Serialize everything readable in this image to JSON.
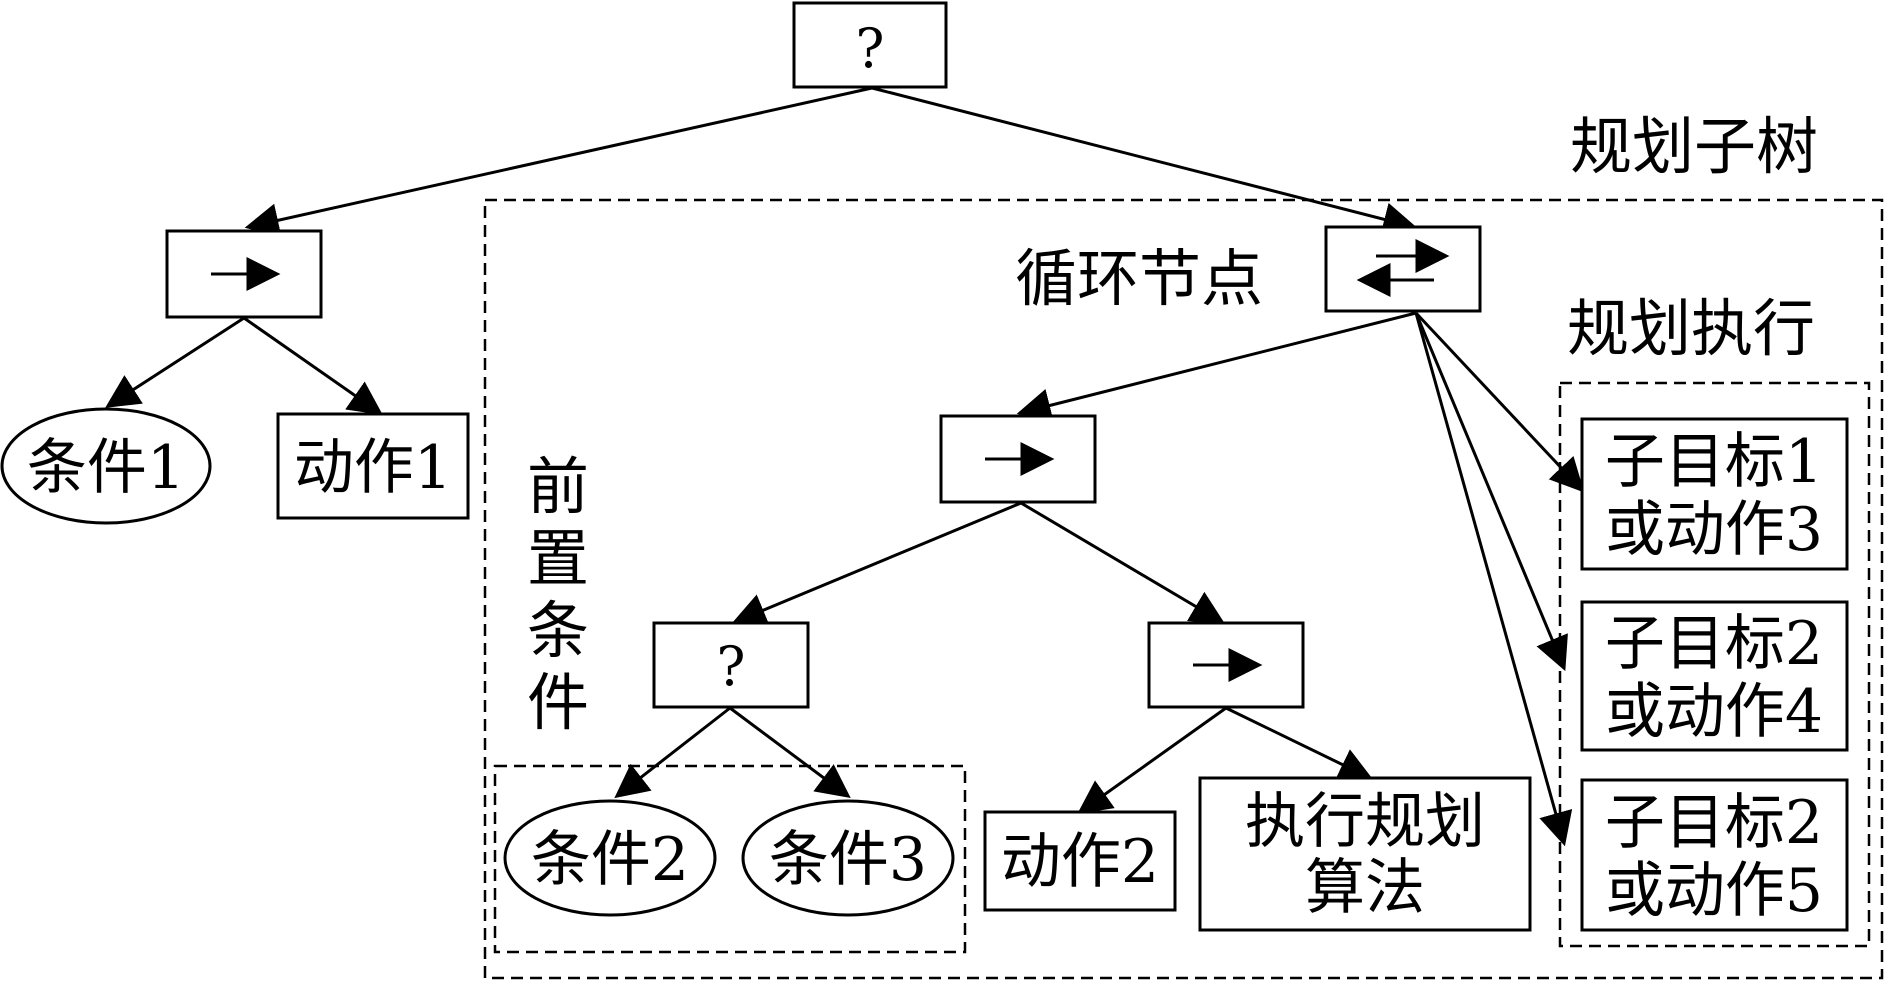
{
  "nodes": {
    "root_fallback": "?",
    "cond1": "条件1",
    "act1": "动作1",
    "loop_label": "循环节点",
    "precondition_label": [
      "前",
      "置",
      "条",
      "件"
    ],
    "fallback2": "?",
    "cond2": "条件2",
    "cond3": "条件3",
    "act2": "动作2",
    "exec_planner": [
      "执行规划",
      "算法"
    ],
    "plan_subtree_label": "规划子树",
    "plan_exec_label": "规划执行",
    "sub1": [
      "子目标1",
      "或动作3"
    ],
    "sub2": [
      "子目标2",
      "或动作4"
    ],
    "sub3": [
      "子目标2",
      "或动作5"
    ]
  },
  "icons": {
    "sequence": "arrow-right-icon",
    "loop": "loop-arrows-icon"
  },
  "colors": {
    "line": "#000000",
    "background": "#ffffff"
  }
}
